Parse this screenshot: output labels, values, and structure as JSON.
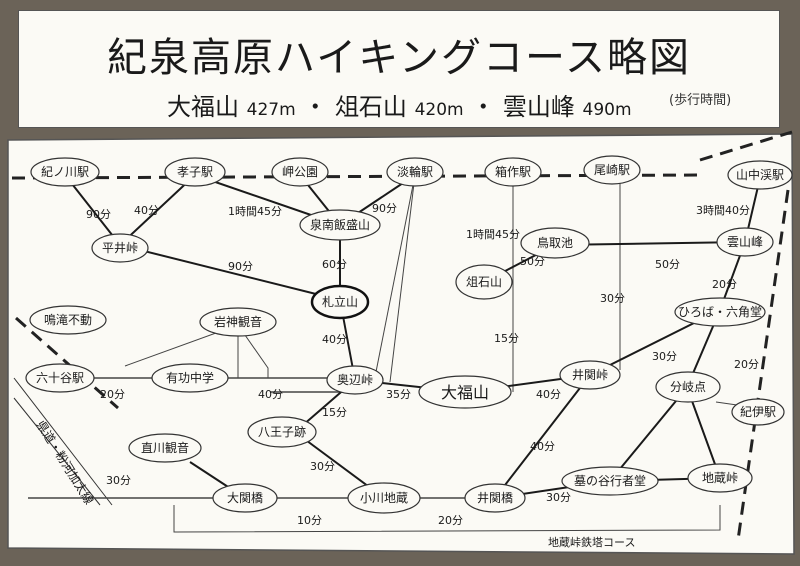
{
  "title": "紀泉高原ハイキングコース略図",
  "peaks": [
    {
      "name": "大福山",
      "elevation": "427m"
    },
    {
      "name": "俎石山",
      "elevation": "420m"
    },
    {
      "name": "雲山峰",
      "elevation": "490m"
    }
  ],
  "peak_separator": "・",
  "walking_time_note": "(歩行時間)",
  "places": {
    "kinokawa_st": "紀ノ川駅",
    "koshi_st": "孝子駅",
    "misaki_park": "岬公園",
    "tannowa_st": "淡輪駅",
    "hakotsukuri_st": "箱作駅",
    "ozaki_st": "尾崎駅",
    "yamanakadani_st": "山中渓駅",
    "hirai_pass": "平井峠",
    "sennan_iimoriyama": "泉南飯盛山",
    "fudaritsuyama": "札立山",
    "manaitaishiyama": "俎石山",
    "tottori_pond": "鳥取池",
    "unzanpo": "雲山峰",
    "meitaki_fudo": "鳴滝不動",
    "iwagami_kannon": "岩神観音",
    "hiroba_rokkakudo": "ひろば・六角堂",
    "mutatani_st": "六十谷駅",
    "yuko_junior_high": "有功中学",
    "okube_pass": "奥辺峠",
    "ofukuyama": "大福山",
    "izeki_pass": "井関峠",
    "bunkiten": "分岐点",
    "kii_st": "紀伊駅",
    "hachioji_shrine": "八王子跡",
    "naokawa_kannon": "直川観音",
    "ozeki_bridge": "大関橋",
    "ogawa_jizo": "小川地蔵",
    "izeki_bridge": "井関橋",
    "hakanotani_gyojado": "墓の谷行者堂",
    "jizo_pass": "地蔵峠"
  },
  "prefectural_road": "県道・粉河加太線",
  "steel_tower_course": "地蔵峠鉄塔コース",
  "times": {
    "kinokawa_hirai": "90分",
    "koshi_hirai": "40分",
    "misaki_iimori": "1時間45分",
    "tannowa_iimori": "90分",
    "hirai_fudaritsu": "90分",
    "iimori_fudaritsu": "60分",
    "hakotsukuri_manaita": "1時間45分",
    "manaita_tottori": "50分",
    "tottori_unzanpo": "50分",
    "yamanakadani_unzanpo": "3時間40分",
    "fudaritsu_okube": "40分",
    "manaita_ofuku": "15分",
    "ozaki_izeki": "30分",
    "unzanpo_hiroba": "20分",
    "hiroba_izeki": "30分",
    "hiroba_bunki": "20分",
    "mutatani_yuko": "20分",
    "yuko_okube": "40分",
    "okube_ofuku": "35分",
    "ofuku_izeki": "40分",
    "okube_hachioji": "15分",
    "hachioji_ogawa": "30分",
    "izeki_izekibridge": "40分",
    "naokawa_ozeki": "30分",
    "ozeki_ogawa": "10分",
    "ogawa_izekibridge": "20分",
    "izekibridge_hakanotani": "30分"
  }
}
